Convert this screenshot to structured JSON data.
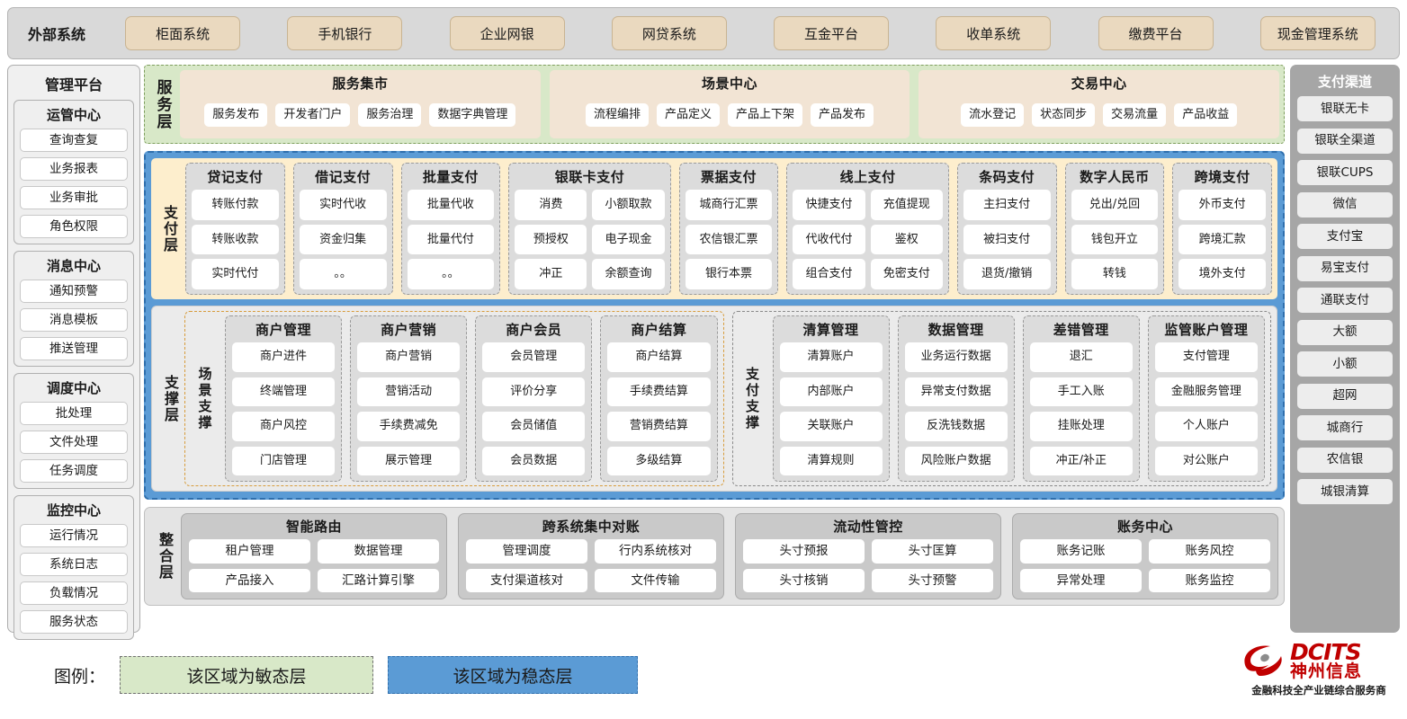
{
  "external": {
    "label": "外部系统",
    "items": [
      "柜面系统",
      "手机银行",
      "企业网银",
      "网贷系统",
      "互金平台",
      "收单系统",
      "缴费平台",
      "现金管理系统"
    ]
  },
  "management_platform": {
    "title": "管理平台",
    "cards": [
      {
        "title": "运管中心",
        "items": [
          "查询查复",
          "业务报表",
          "业务审批",
          "角色权限"
        ]
      },
      {
        "title": "消息中心",
        "items": [
          "通知预警",
          "消息模板",
          "推送管理"
        ]
      },
      {
        "title": "调度中心",
        "items": [
          "批处理",
          "文件处理",
          "任务调度"
        ]
      },
      {
        "title": "监控中心",
        "items": [
          "运行情况",
          "系统日志",
          "负载情况",
          "服务状态"
        ]
      }
    ]
  },
  "payment_channels": {
    "title": "支付渠道",
    "items": [
      "银联无卡",
      "银联全渠道",
      "银联CUPS",
      "微信",
      "支付宝",
      "易宝支付",
      "通联支付",
      "大额",
      "小额",
      "超网",
      "城商行",
      "农信银",
      "城银清算"
    ]
  },
  "service_layer": {
    "side_label": "服务层",
    "groups": [
      {
        "title": "服务集市",
        "items": [
          "服务发布",
          "开发者门户",
          "服务治理",
          "数据字典管理"
        ]
      },
      {
        "title": "场景中心",
        "items": [
          "流程编排",
          "产品定义",
          "产品上下架",
          "产品发布"
        ]
      },
      {
        "title": "交易中心",
        "items": [
          "流水登记",
          "状态同步",
          "交易流量",
          "产品收益"
        ]
      }
    ]
  },
  "payment_layer": {
    "side_label": "支付层",
    "groups": [
      {
        "title": "贷记支付",
        "cols": 1,
        "rows": [
          [
            "转账付款"
          ],
          [
            "转账收款"
          ],
          [
            "实时代付"
          ]
        ]
      },
      {
        "title": "借记支付",
        "cols": 1,
        "rows": [
          [
            "实时代收"
          ],
          [
            "资金归集"
          ],
          [
            "。。"
          ]
        ]
      },
      {
        "title": "批量支付",
        "cols": 1,
        "rows": [
          [
            "批量代收"
          ],
          [
            "批量代付"
          ],
          [
            "。。"
          ]
        ]
      },
      {
        "title": "银联卡支付",
        "cols": 2,
        "rows": [
          [
            "消费",
            "小额取款"
          ],
          [
            "预授权",
            "电子现金"
          ],
          [
            "冲正",
            "余额查询"
          ]
        ]
      },
      {
        "title": "票据支付",
        "cols": 1,
        "rows": [
          [
            "城商行汇票"
          ],
          [
            "农信银汇票"
          ],
          [
            "银行本票"
          ]
        ]
      },
      {
        "title": "线上支付",
        "cols": 2,
        "rows": [
          [
            "快捷支付",
            "充值提现"
          ],
          [
            "代收代付",
            "鉴权"
          ],
          [
            "组合支付",
            "免密支付"
          ]
        ]
      },
      {
        "title": "条码支付",
        "cols": 1,
        "rows": [
          [
            "主扫支付"
          ],
          [
            "被扫支付"
          ],
          [
            "退货/撤销"
          ]
        ]
      },
      {
        "title": "数字人民币",
        "cols": 1,
        "rows": [
          [
            "兑出/兑回"
          ],
          [
            "钱包开立"
          ],
          [
            "转钱"
          ]
        ]
      },
      {
        "title": "跨境支付",
        "cols": 1,
        "rows": [
          [
            "外币支付"
          ],
          [
            "跨境汇款"
          ],
          [
            "境外支付"
          ]
        ]
      }
    ]
  },
  "support_layer": {
    "side_label": "支撑层",
    "halves": [
      {
        "side_label": "场景支撑",
        "groups": [
          {
            "title": "商户管理",
            "items": [
              "商户进件",
              "终端管理",
              "商户风控",
              "门店管理"
            ]
          },
          {
            "title": "商户营销",
            "items": [
              "商户营销",
              "营销活动",
              "手续费减免",
              "展示管理"
            ]
          },
          {
            "title": "商户会员",
            "items": [
              "会员管理",
              "评价分享",
              "会员储值",
              "会员数据"
            ]
          },
          {
            "title": "商户结算",
            "items": [
              "商户结算",
              "手续费结算",
              "营销费结算",
              "多级结算"
            ]
          }
        ]
      },
      {
        "side_label": "支付支撑",
        "groups": [
          {
            "title": "清算管理",
            "items": [
              "清算账户",
              "内部账户",
              "关联账户",
              "清算规则"
            ]
          },
          {
            "title": "数据管理",
            "items": [
              "业务运行数据",
              "异常支付数据",
              "反洗钱数据",
              "风险账户数据"
            ]
          },
          {
            "title": "差错管理",
            "items": [
              "退汇",
              "手工入账",
              "挂账处理",
              "冲正/补正"
            ]
          },
          {
            "title": "监管账户管理",
            "items": [
              "支付管理",
              "金融服务管理",
              "个人账户",
              "对公账户"
            ]
          }
        ]
      }
    ]
  },
  "integration_layer": {
    "side_label": "整合层",
    "groups": [
      {
        "title": "智能路由",
        "rows": [
          [
            "租户管理",
            "数据管理"
          ],
          [
            "产品接入",
            "汇路计算引擎"
          ]
        ]
      },
      {
        "title": "跨系统集中对账",
        "rows": [
          [
            "管理调度",
            "行内系统核对"
          ],
          [
            "支付渠道核对",
            "文件传输"
          ]
        ]
      },
      {
        "title": "流动性管控",
        "rows": [
          [
            "头寸预报",
            "头寸匡算"
          ],
          [
            "头寸核销",
            "头寸预警"
          ]
        ]
      },
      {
        "title": "账务中心",
        "rows": [
          [
            "账务记账",
            "账务风控"
          ],
          [
            "异常处理",
            "账务监控"
          ]
        ]
      }
    ]
  },
  "legend": {
    "label": "图例：",
    "agile": "该区域为敏态层",
    "stable": "该区域为稳态层"
  },
  "logo": {
    "en": "DCITS",
    "cn": "神州信息",
    "tagline": "金融科技全产业链综合服务商"
  },
  "colors": {
    "agile_green": "#d8e8c8",
    "stable_blue": "#5b9bd5",
    "payment_cream": "#fdeecd",
    "external_tan": "#ead9bf",
    "brand_red": "#c00000"
  }
}
